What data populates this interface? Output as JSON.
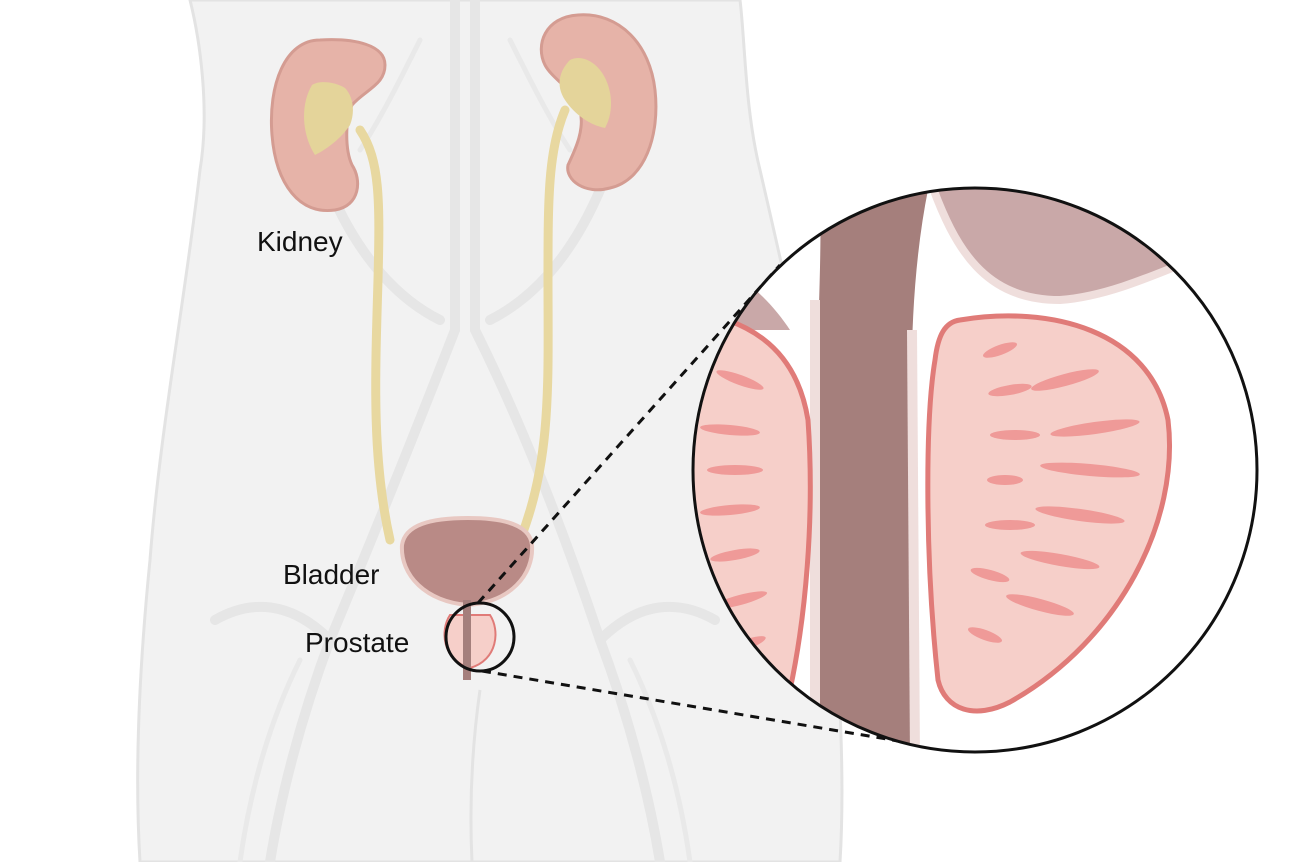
{
  "labels": {
    "kidney": "Kidney",
    "bladder": "Bladder",
    "prostate": "Prostate"
  },
  "colors": {
    "body_silhouette": "#f2f2f2",
    "body_outline": "#e3e3e3",
    "kidney_cortex": "#e6b3a8",
    "kidney_pelvis": "#e4d49a",
    "ureter": "#e8d8a0",
    "bladder": "#b98a86",
    "prostate_gland": "#f6cfc9",
    "prostate_lobule": "#ef9a98",
    "prostate_capsule": "#e07b78",
    "urethra": "#a57f7c",
    "callout_line": "#111111"
  }
}
